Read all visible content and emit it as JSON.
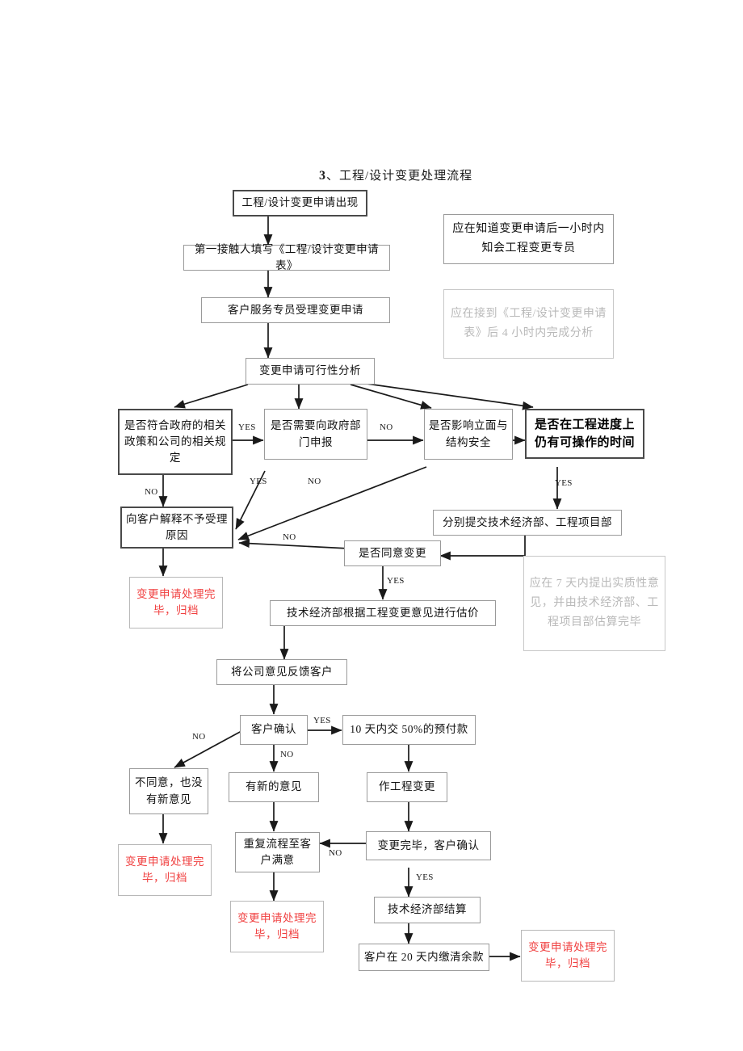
{
  "title": {
    "number": "3",
    "text": "、工程/设计变更处理流程"
  },
  "nodes": {
    "n1": {
      "label": "工程/设计变更申请出现"
    },
    "n2": {
      "label": "第一接触人填写《工程/设计变更申请表》"
    },
    "n3": {
      "label": "客户服务专员受理变更申请"
    },
    "n4": {
      "label": "变更申请可行性分析"
    },
    "n5": {
      "label": "是否符合政府的相关政策和公司的相关规定"
    },
    "n6": {
      "label": "是否需要向政府部门申报"
    },
    "n7": {
      "label": "是否影响立面与结构安全"
    },
    "n8": {
      "label": "是否在工程进度上仍有可操作的时间"
    },
    "n9": {
      "label": "向客户解释不予受理原因"
    },
    "n10": {
      "label": "变更申请处理完毕，归档"
    },
    "n11": {
      "label": "分别提交技术经济部、工程项目部"
    },
    "n12": {
      "label": "是否同意变更"
    },
    "n13": {
      "label": "技术经济部根据工程变更意见进行估价"
    },
    "n14": {
      "label": "将公司意见反馈客户"
    },
    "n15": {
      "label": "客户确认"
    },
    "n16": {
      "label": "10 天内交 50%的预付款"
    },
    "n17": {
      "label": "不同意，也没有新意见"
    },
    "n18": {
      "label": "有新的意见"
    },
    "n19": {
      "label": "作工程变更"
    },
    "n20": {
      "label": "变更申请处理完毕，归档"
    },
    "n21": {
      "label": "重复流程至客户满意"
    },
    "n22": {
      "label": "变更完毕，客户确认"
    },
    "n23": {
      "label": "变更申请处理完毕，归档"
    },
    "n24": {
      "label": "技术经济部结算"
    },
    "n25": {
      "label": "客户在 20 天内缴清余款"
    },
    "n26": {
      "label": "变更申请处理完毕，归档"
    }
  },
  "notes": {
    "note1": {
      "label": "应在知道变更申请后一小时内知会工程变更专员"
    },
    "note2": {
      "label": "应在接到《工程/设计变更申请表》后 4 小时内完成分析"
    },
    "note3": {
      "label": "应在 7 天内提出实质性意见，并由技术经济部、工程项目部估算完毕"
    }
  },
  "edge_labels": {
    "e1": {
      "text": "YES"
    },
    "e2": {
      "text": "NO"
    },
    "e3": {
      "text": "NO"
    },
    "e4": {
      "text": "YES"
    },
    "e5": {
      "text": "NO"
    },
    "e6": {
      "text": "YES"
    },
    "e7": {
      "text": "NO"
    },
    "e8": {
      "text": "YES"
    },
    "e9": {
      "text": "YES"
    },
    "e10": {
      "text": "NO"
    },
    "e11": {
      "text": "NO"
    },
    "e12": {
      "text": "NO"
    },
    "e13": {
      "text": "YES"
    }
  },
  "colors": {
    "red_text": "#f04040",
    "box_border": "#9a9a9a",
    "thick_border": "#4a4a4a",
    "dim_text": "#b9b9b9",
    "arrow": "#1a1a1a"
  }
}
